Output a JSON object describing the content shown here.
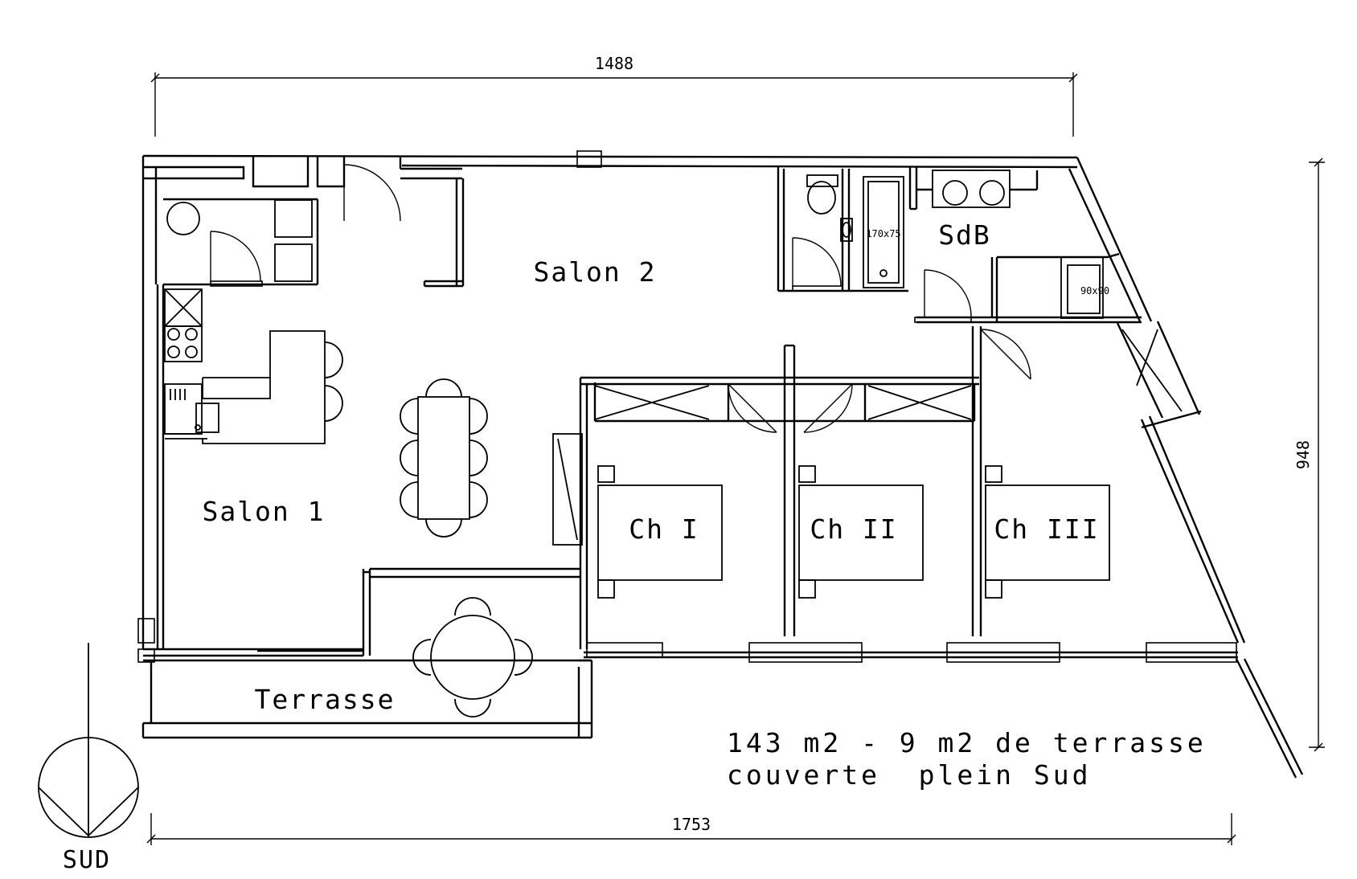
{
  "plan": {
    "rooms": {
      "salon1": "Salon 1",
      "salon2": "Salon 2",
      "sdb": "SdB",
      "ch1": "Ch I",
      "ch2": "Ch II",
      "ch3": "Ch III",
      "terrasse": "Terrasse"
    },
    "dimensions": {
      "top_width": "1488",
      "bottom_width": "1753",
      "right_height": "948"
    },
    "fixtures": {
      "bathtub": "170x75",
      "shower": "90x90"
    },
    "info": {
      "line1": "143 m2 - 9 m2 de terrasse",
      "line2": "couverte  plein Sud"
    },
    "compass": {
      "label": "SUD"
    }
  }
}
